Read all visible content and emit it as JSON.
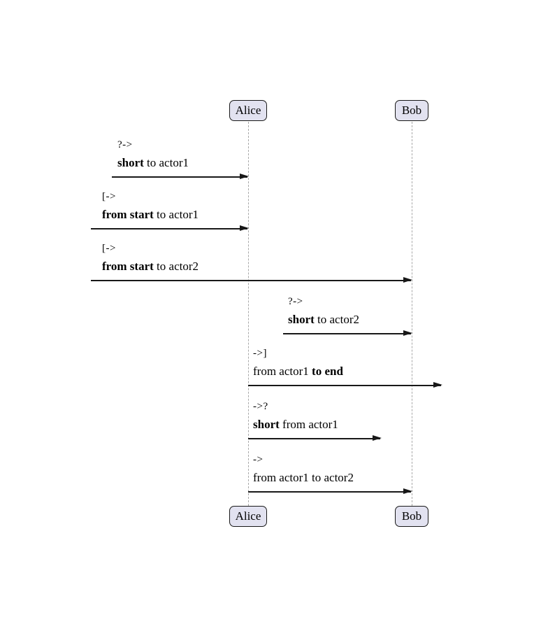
{
  "diagram": {
    "type": "uml-sequence-diagram",
    "actors": [
      {
        "name": "Alice"
      },
      {
        "name": "Bob"
      }
    ],
    "messages": [
      {
        "prefix": "?->",
        "segments": [
          {
            "text": "short",
            "bold": true
          },
          {
            "text": " to actor1",
            "bold": false
          }
        ],
        "from": "outside-short",
        "to": "Alice"
      },
      {
        "prefix": "[->",
        "segments": [
          {
            "text": "from start",
            "bold": true
          },
          {
            "text": " to actor1",
            "bold": false
          }
        ],
        "from": "diagram-start",
        "to": "Alice"
      },
      {
        "prefix": "[->",
        "segments": [
          {
            "text": "from start",
            "bold": true
          },
          {
            "text": " to actor2",
            "bold": false
          }
        ],
        "from": "diagram-start",
        "to": "Bob"
      },
      {
        "prefix": "?->",
        "segments": [
          {
            "text": "short",
            "bold": true
          },
          {
            "text": " to actor2",
            "bold": false
          }
        ],
        "from": "outside-short",
        "to": "Bob"
      },
      {
        "prefix": "->]",
        "segments": [
          {
            "text": "from actor1 ",
            "bold": false
          },
          {
            "text": "to end",
            "bold": true
          }
        ],
        "from": "Alice",
        "to": "diagram-end"
      },
      {
        "prefix": "->?",
        "segments": [
          {
            "text": "short",
            "bold": true
          },
          {
            "text": " from actor1",
            "bold": false
          }
        ],
        "from": "Alice",
        "to": "outside-short"
      },
      {
        "prefix": "->",
        "segments": [
          {
            "text": "from actor1 to actor2",
            "bold": false
          }
        ],
        "from": "Alice",
        "to": "Bob"
      }
    ],
    "colors": {
      "background": "#FFFFFF",
      "actor_fill": "#E2E2F0",
      "actor_border": "#181818",
      "lifeline": "#A8A8A8",
      "arrow": "#181818",
      "text": "#000000"
    }
  }
}
